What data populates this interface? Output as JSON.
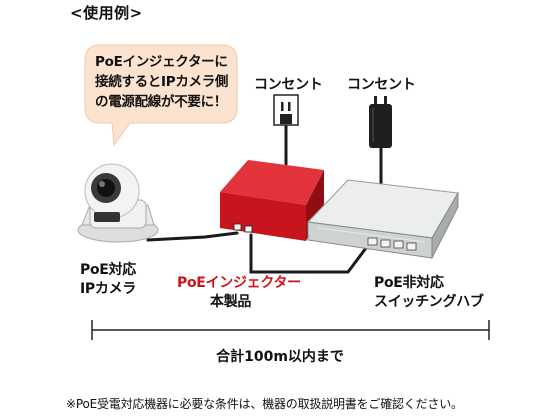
{
  "header": {
    "title": "<使用例>"
  },
  "callout": {
    "lines": [
      "PoEインジェクターに",
      "接続するとIPカメラ側",
      "の電源配線が不要に！"
    ]
  },
  "outlets": {
    "left_label": "コンセント",
    "right_label": "コンセント"
  },
  "devices": {
    "camera": {
      "line1": "PoE対応",
      "line2": "IPカメラ"
    },
    "injector": {
      "line1": "PoEインジェクター",
      "line2": "本製品"
    },
    "switch": {
      "line1": "PoE非対応",
      "line2": "スイッチングハブ"
    }
  },
  "distance": {
    "label": "合計100m以内まで"
  },
  "footnote": {
    "text": "※PoE受電対応機器に必要な条件は、機器の取扱説明書をご確認ください。"
  },
  "colors": {
    "injector": "#d0121b",
    "callout_bg": "#fbe3d0",
    "cable": "#1a1a1a",
    "accent_text": "#d0121b"
  }
}
